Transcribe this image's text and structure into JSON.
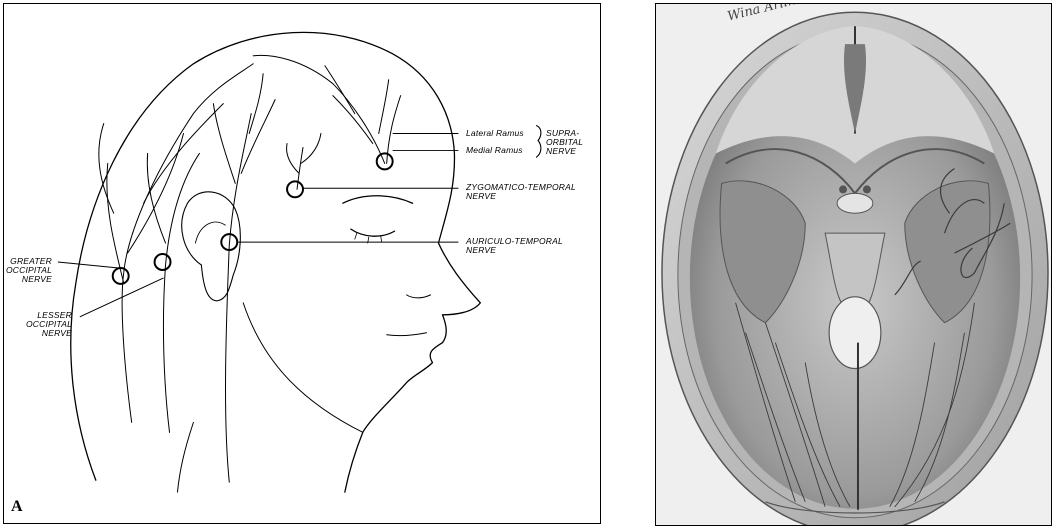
{
  "panel_a": {
    "letter": "A",
    "labels": {
      "lateral_ramus": "Lateral Ramus",
      "medial_ramus": "Medial Ramus",
      "supraorbital_line1": "SUPRA-",
      "supraorbital_line2": "ORBITAL",
      "supraorbital_line3": "NERVE",
      "zygomatico_line1": "ZYGOMATICO-TEMPORAL",
      "zygomatico_line2": "NERVE",
      "auriculo_line1": "AURICULO-TEMPORAL",
      "auriculo_line2": "NERVE",
      "greater_line1": "GREATER",
      "greater_line2": "OCCIPITAL",
      "greater_line3": "NERVE",
      "lesser_line1": "LESSER",
      "lesser_line2": "OCCIPITAL",
      "lesser_line3": "NERVE"
    }
  },
  "panel_b": {
    "signature": "Wina Arlin"
  }
}
